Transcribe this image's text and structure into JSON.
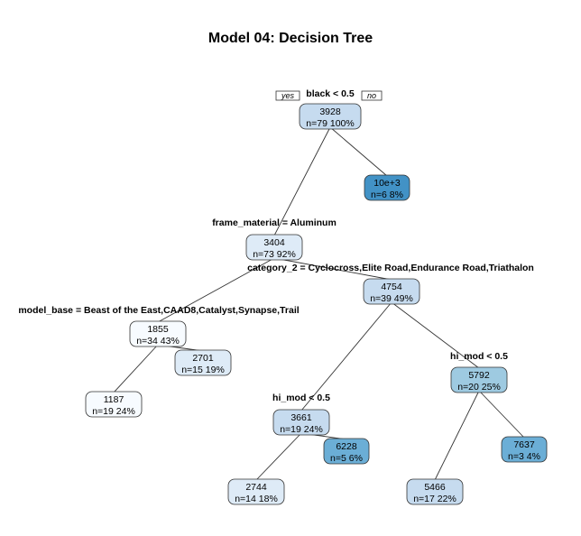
{
  "title": "Model 04: Decision Tree",
  "yes_label": "yes",
  "no_label": "no",
  "colors": {
    "level0": "#f7fbff",
    "level1": "#deebf7",
    "level2": "#c6dbef",
    "level3": "#9ecae1",
    "level4": "#6baed6",
    "level5": "#4292c6"
  },
  "splits": [
    {
      "id": "s_black",
      "label": "black < 0.5"
    },
    {
      "id": "s_frame",
      "label": "frame_material = Aluminum"
    },
    {
      "id": "s_cat",
      "label": "category_2 = Cyclocross,Elite Road,Endurance Road,Triathalon"
    },
    {
      "id": "s_model",
      "label": "model_base = Beast of the East,CAAD8,Catalyst,Synapse,Trail"
    },
    {
      "id": "s_himod1",
      "label": "hi_mod < 0.5"
    },
    {
      "id": "s_himod2",
      "label": "hi_mod < 0.5"
    }
  ],
  "nodes": [
    {
      "id": "n1",
      "value": "3928",
      "stats": "n=79  100%",
      "color_level": 2
    },
    {
      "id": "n2",
      "value": "10e+3",
      "stats": "n=6  8%",
      "color_level": 5
    },
    {
      "id": "n3",
      "value": "3404",
      "stats": "n=73  92%",
      "color_level": 1
    },
    {
      "id": "n4",
      "value": "4754",
      "stats": "n=39  49%",
      "color_level": 2
    },
    {
      "id": "n5",
      "value": "1855",
      "stats": "n=34  43%",
      "color_level": 0
    },
    {
      "id": "n6",
      "value": "2701",
      "stats": "n=15  19%",
      "color_level": 1
    },
    {
      "id": "n7",
      "value": "1187",
      "stats": "n=19  24%",
      "color_level": 0
    },
    {
      "id": "n8",
      "value": "5792",
      "stats": "n=20  25%",
      "color_level": 3
    },
    {
      "id": "n9",
      "value": "3661",
      "stats": "n=19  24%",
      "color_level": 2
    },
    {
      "id": "n10",
      "value": "6228",
      "stats": "n=5  6%",
      "color_level": 4
    },
    {
      "id": "n11",
      "value": "2744",
      "stats": "n=14  18%",
      "color_level": 1
    },
    {
      "id": "n12",
      "value": "5466",
      "stats": "n=17  22%",
      "color_level": 2
    },
    {
      "id": "n13",
      "value": "7637",
      "stats": "n=3  4%",
      "color_level": 4
    }
  ],
  "edges": [
    {
      "from": "n1",
      "to": "n3"
    },
    {
      "from": "n1",
      "to": "n2"
    },
    {
      "from": "n3",
      "to": "n5"
    },
    {
      "from": "n3",
      "to": "n4"
    },
    {
      "from": "n5",
      "to": "n7"
    },
    {
      "from": "n5",
      "to": "n6"
    },
    {
      "from": "n4",
      "to": "n9"
    },
    {
      "from": "n4",
      "to": "n8"
    },
    {
      "from": "n9",
      "to": "n11"
    },
    {
      "from": "n9",
      "to": "n10"
    },
    {
      "from": "n8",
      "to": "n12"
    },
    {
      "from": "n8",
      "to": "n13"
    }
  ]
}
